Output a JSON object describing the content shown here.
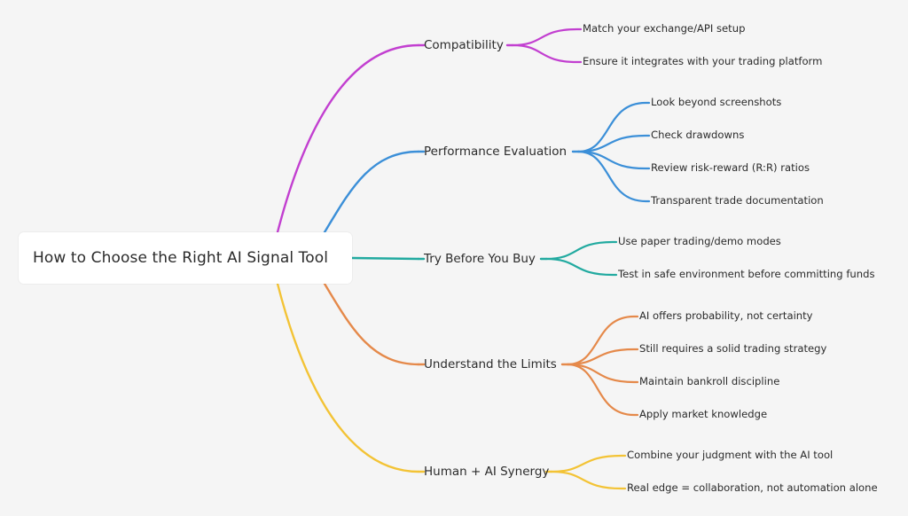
{
  "root": {
    "label": "How to Choose the Right AI Signal Tool"
  },
  "colors": {
    "magenta": "#c23fd0",
    "blue": "#3b8fd8",
    "teal": "#22aaa0",
    "orange": "#e5894a",
    "yellow": "#f3c335",
    "background": "#f5f5f5"
  },
  "branches": [
    {
      "label": "Compatibility",
      "color": "#c23fd0",
      "leaves": [
        "Match your exchange/API setup",
        "Ensure it integrates with your trading platform"
      ]
    },
    {
      "label": "Performance Evaluation",
      "color": "#3b8fd8",
      "leaves": [
        "Look beyond screenshots",
        "Check drawdowns",
        "Review risk-reward (R:R) ratios",
        "Transparent trade documentation"
      ]
    },
    {
      "label": "Try Before You Buy",
      "color": "#22aaa0",
      "leaves": [
        "Use paper trading/demo modes",
        "Test in safe environment before committing funds"
      ]
    },
    {
      "label": "Understand the Limits",
      "color": "#e5894a",
      "leaves": [
        "AI offers probability, not certainty",
        "Still requires a solid trading strategy",
        "Maintain bankroll discipline",
        "Apply market knowledge"
      ]
    },
    {
      "label": "Human + AI Synergy",
      "color": "#f3c335",
      "leaves": [
        "Combine your judgment with the AI tool",
        "Real edge = collaboration, not automation alone"
      ]
    }
  ]
}
